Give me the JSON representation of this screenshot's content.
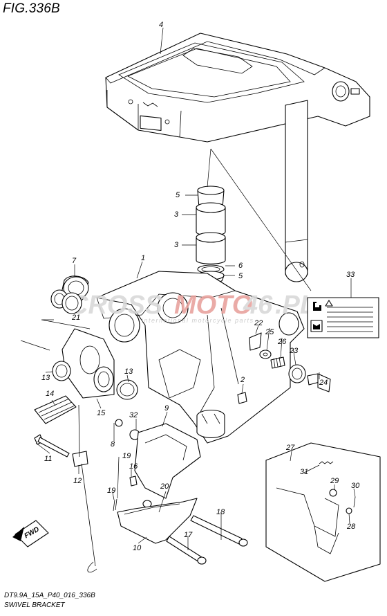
{
  "figure": {
    "title": "FIG.336B",
    "drawing_code": "DT9.9A_15A_P40_016_336B",
    "name": "SWIVEL BRACKET"
  },
  "watermark": {
    "brand_a": "CROSS",
    "brand_b": "MOTO",
    "brand_c": "46",
    "brand_d": ".PL",
    "tagline": "international motorcycle parts",
    "colors": {
      "a": "#d9d9d9",
      "b": "#e8a39e",
      "c": "#d9d9d9"
    }
  },
  "direction_badge": {
    "label": "FWD"
  },
  "callouts": [
    {
      "id": "c4",
      "label": "4"
    },
    {
      "id": "c5a",
      "label": "5"
    },
    {
      "id": "c3a",
      "label": "3"
    },
    {
      "id": "c3b",
      "label": "3"
    },
    {
      "id": "c6",
      "label": "6"
    },
    {
      "id": "c5b",
      "label": "5"
    },
    {
      "id": "c7",
      "label": "7"
    },
    {
      "id": "c1",
      "label": "1"
    },
    {
      "id": "c33",
      "label": "33"
    },
    {
      "id": "c21",
      "label": "21"
    },
    {
      "id": "c13a",
      "label": "13"
    },
    {
      "id": "c13b",
      "label": "13"
    },
    {
      "id": "c14",
      "label": "14"
    },
    {
      "id": "c15",
      "label": "15"
    },
    {
      "id": "c22",
      "label": "22"
    },
    {
      "id": "c25",
      "label": "25"
    },
    {
      "id": "c26",
      "label": "26"
    },
    {
      "id": "c23",
      "label": "23"
    },
    {
      "id": "c24",
      "label": "24"
    },
    {
      "id": "c2",
      "label": "2"
    },
    {
      "id": "c32",
      "label": "32"
    },
    {
      "id": "c9",
      "label": "9"
    },
    {
      "id": "c8",
      "label": "8"
    },
    {
      "id": "c11",
      "label": "11"
    },
    {
      "id": "c19a",
      "label": "19"
    },
    {
      "id": "c16",
      "label": "16"
    },
    {
      "id": "c12",
      "label": "12"
    },
    {
      "id": "c20",
      "label": "20"
    },
    {
      "id": "c19b",
      "label": "19"
    },
    {
      "id": "c27",
      "label": "27"
    },
    {
      "id": "c31",
      "label": "31"
    },
    {
      "id": "c29",
      "label": "29"
    },
    {
      "id": "c30",
      "label": "30"
    },
    {
      "id": "c28",
      "label": "28"
    },
    {
      "id": "c18",
      "label": "18"
    },
    {
      "id": "c17",
      "label": "17"
    },
    {
      "id": "c10",
      "label": "10"
    }
  ]
}
